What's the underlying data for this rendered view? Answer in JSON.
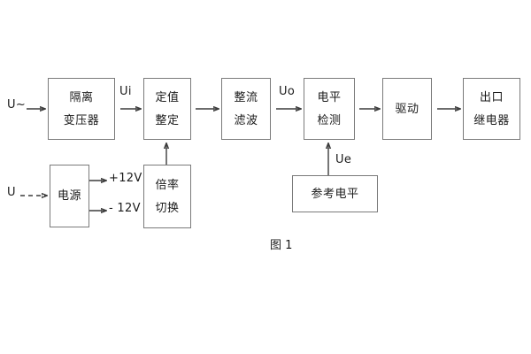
{
  "figure": {
    "caption": "图 1",
    "type": "block-diagram",
    "background_color": "#ffffff",
    "box_border_color": "#7a7a7a",
    "wire_color": "#3c3c3c",
    "text_color": "#1a1a1a"
  },
  "blocks": {
    "isolation_transformer": {
      "line1": "隔离",
      "line2": "变压器"
    },
    "setting_value": {
      "line1": "定值",
      "line2": "整定"
    },
    "rectify_filter": {
      "line1": "整流",
      "line2": "滤波"
    },
    "level_detect": {
      "line1": "电平",
      "line2": "检测"
    },
    "drive": {
      "line1": "驱动"
    },
    "output_relay": {
      "line1": "出口",
      "line2": "继电器"
    },
    "power_supply": {
      "line1": "电源"
    },
    "multiplier_switch": {
      "line1": "倍率",
      "line2": "切换"
    },
    "reference_level": {
      "line1": "参考电平"
    }
  },
  "signals": {
    "input_ac": "U~",
    "input_dc": "U",
    "ui": "Ui",
    "uo": "Uo",
    "ue": "Ue",
    "rail_positive": "+12V",
    "rail_negative": "- 12V"
  }
}
